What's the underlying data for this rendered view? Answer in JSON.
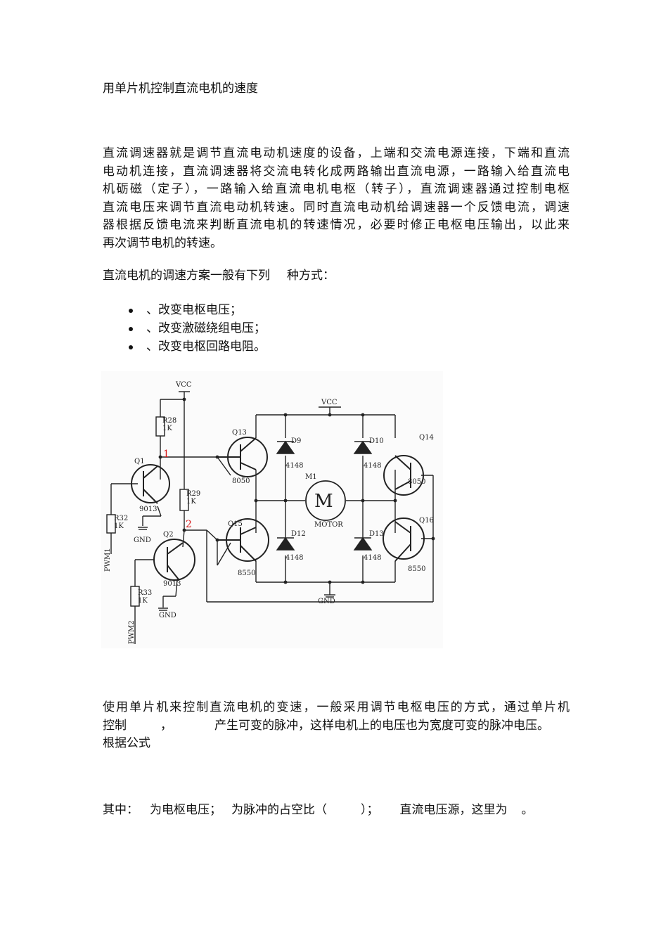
{
  "title": "用单片机控制直流电机的速度",
  "intro": {
    "lines": [
      "直流调速器就是调节直流电动机速度的设备，上端和交流电源连接，下端和直流",
      "电动机连接，直流调速器将交流电转化成两路输出直流电源，一路输入给直流电",
      "机砺磁（定子），一路输入给直流电机电枢（转子），直流调速器通过控制电枢",
      "直流电压来调节直流电动机转速。同时直流电动机给调速器一个反馈电流，调速",
      "器根据反馈电流来判断直流电机的转速情况，必要时修正电枢电压输出，以此来",
      "再次调节电机的转速。"
    ]
  },
  "methods_heading": {
    "before": "直流电机的调速方案一般有下列",
    "after": "种方式："
  },
  "methods": [
    "、改变电枢电压；",
    "、改变激磁绕组电压；",
    "、改变电枢回路电阻。"
  ],
  "circuit": {
    "vcc_left": "VCC",
    "vcc_right": "VCC",
    "gnd": "GND",
    "r28": "R28",
    "r28_val": "1K",
    "r29": "R29",
    "r29_val": "1K",
    "r32": "R32",
    "r32_val": "1K",
    "r33": "R33",
    "r33_val": "1K",
    "q1": "Q1",
    "q1_type": "9013",
    "q2": "Q2",
    "q2_type": "9013",
    "q13": "Q13",
    "q13_type": "8050",
    "q14": "Q14",
    "q14_type": "8050",
    "q15": "Q15",
    "q15_type": "8550",
    "q16": "Q16",
    "q16_type": "8550",
    "d9": "D9",
    "d10": "D10",
    "d12": "D12",
    "d13": "D13",
    "diode_type": "4148",
    "m1": "M1",
    "motor_symbol": "M",
    "motor": "MOTOR",
    "pwm1": "PWM1",
    "pwm2": "PWM2",
    "mark1": "1",
    "mark2": "2"
  },
  "pwm_text": {
    "line1": "使用单片机来控制直流电机的变速，一般采用调节电枢电压的方式，通过单片机",
    "line2_a": "控制",
    "line2_b": "，",
    "line2_c": "产生可变的脉冲，这样电机上的电压也为宽度可变的脉冲电压。",
    "line3": "根据公式"
  },
  "where_text": {
    "a": "其中：",
    "b": "为电枢电压；",
    "c": "为脉冲的占空比（",
    "d": "）；",
    "e": "直流电压源，这里为",
    "f": "。"
  }
}
